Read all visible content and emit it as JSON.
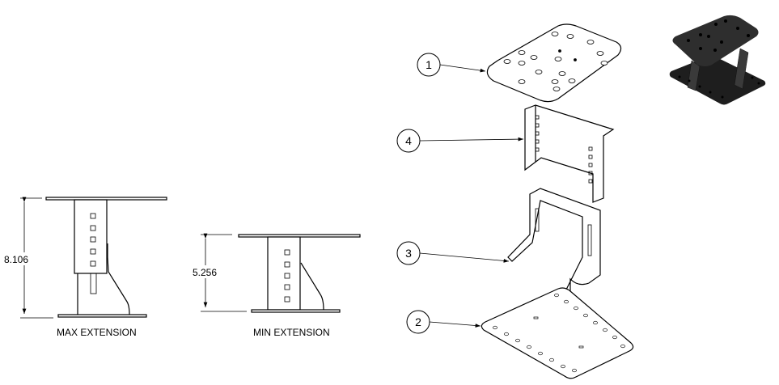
{
  "views": {
    "max": {
      "dimension": "8.106",
      "label": "MAX EXTENSION"
    },
    "min": {
      "dimension": "5.256",
      "label": "MIN EXTENSION"
    }
  },
  "balloons": [
    "1",
    "4",
    "3",
    "2"
  ],
  "colors": {
    "line": "#000000",
    "shaded": "#2b2b2b"
  }
}
